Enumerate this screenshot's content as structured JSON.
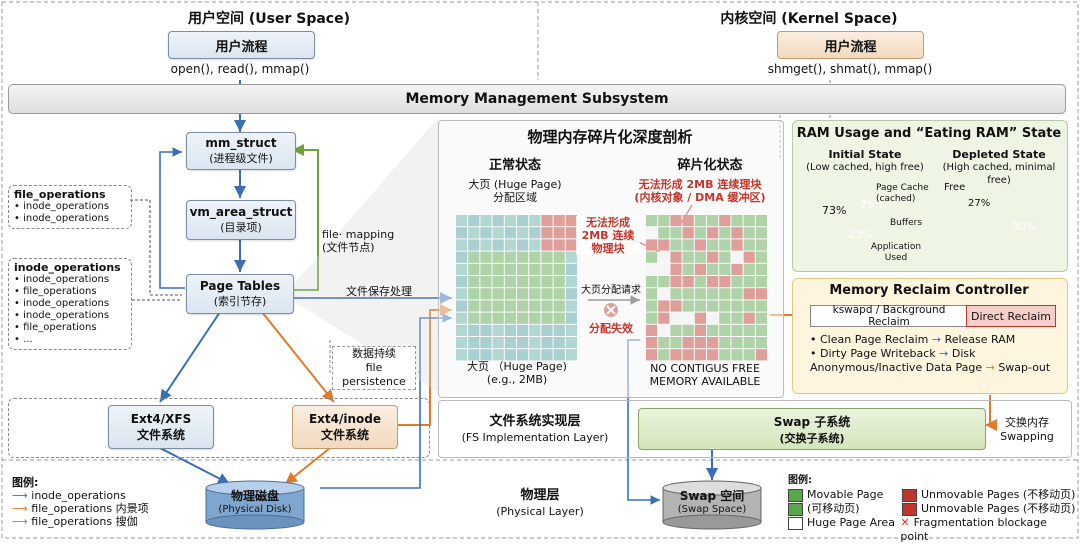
{
  "user_space": {
    "title": "用户空间 (User Space)",
    "flow": "用户流程",
    "calls": "open(), read(), mmap()"
  },
  "kernel_space": {
    "title": "内核空间 (Kernel Space)",
    "flow": "用户流程",
    "calls": "shmget(), shmat(), mmap()"
  },
  "mm_subsystem": "Memory Management Subsystem",
  "left": {
    "mm_struct": {
      "title": "mm_struct",
      "sub": "(进程级文件)"
    },
    "vm_area_struct": {
      "title": "vm_area_struct",
      "sub": "(目录项)"
    },
    "page_tables": {
      "title": "Page Tables",
      "sub": "(索引节存)"
    },
    "file_mapping": {
      "line1": "file· mapping",
      "line2": "(文件节点)"
    },
    "file_ops": {
      "title": "file_operations",
      "items": [
        "• inode_operations",
        "• inode_operations"
      ]
    },
    "inode_ops": {
      "title": "inode_operations",
      "items": [
        "• inode_operations",
        "• file_operations",
        "• inode_operations",
        "• inode_operations",
        "• file_operations",
        "• ..."
      ]
    },
    "persist": {
      "line1": "数据持续",
      "line2": "file persistence"
    },
    "save_label": "文件保存处理",
    "ext4xfs": {
      "title": "Ext4/XFS",
      "sub": "文件系统"
    },
    "ext4inode": {
      "title": "Ext4/inode",
      "sub": "文件系统"
    }
  },
  "frag": {
    "title": "物理内存碎片化深度剖析",
    "normal_title": "正常状态",
    "huge_label1": "大页 (Huge Page)",
    "huge_label2": "分配区域",
    "huge_bottom1": "大页 （Huge Page)",
    "huge_bottom2": "(e.g., 2MB)",
    "frag_title": "碎片化状态",
    "no2mb_top1": "无法形成 2MB 连续理块",
    "no2mb_top2": "(内核对象 / DMA 缓冲区)",
    "no2mb_mid1": "无法形成",
    "no2mb_mid2": "2MB 连续",
    "no2mb_mid3": "物理块",
    "req": "大页分配请求",
    "fail": "分配失效",
    "no_contig1": "NO CONTIGUS FREE",
    "no_contig2": "MEMORY AVAILABLE"
  },
  "ram": {
    "title": "RAM Usage and “Eating RAM” State",
    "initial_title": "Initial State",
    "initial_sub": "(Low cached, high free)",
    "depleted_title": "Depleted State",
    "depleted_sub": "(High cached, minimal free)",
    "pie1": {
      "free_pct": "73%",
      "cache_pct": "25%",
      "app_pct": "23%"
    },
    "pie1_labels": {
      "cache": "Page Cache",
      "cache2": "(cached)",
      "buffers": "Buffers",
      "app": "Application",
      "used": "Used"
    },
    "pie2": {
      "free_label": "Free",
      "free_pct": "27%",
      "used_pct": "80%"
    }
  },
  "reclaim": {
    "title": "Memory Reclaim Controller",
    "kswapd": "kswapd / Background Reclaim",
    "direct": "Direct Reclaim",
    "rows": [
      {
        "left": "• Clean Page Reclaim",
        "right": "Release RAM"
      },
      {
        "left": "• Dirty Page Writeback",
        "right": "Disk"
      },
      {
        "left": "Anonymous/Inactive Data Page",
        "right": "Swap-out"
      }
    ]
  },
  "fs_layer": {
    "title": "文件系统实现层",
    "sub": "(FS Implementation Layer)"
  },
  "swap_sub": {
    "title": "Swap 子系统",
    "sub": "(交换子系统)"
  },
  "swap_side": {
    "line1": "交换内存",
    "line2": "Swapping"
  },
  "physical": {
    "title": "物理层",
    "sub": "(Physical Layer)"
  },
  "disk": {
    "title": "物理磁盘",
    "sub": "(Physical Disk)"
  },
  "swap_space": {
    "title": "Swap 空间",
    "sub": "(Swap Space)"
  },
  "legend_left": {
    "title": "图例:",
    "items": [
      "inode_operations",
      "file_operations 内景项",
      "file_operations 搜伽"
    ]
  },
  "legend_right": {
    "title": "图例:",
    "movable": "Movable Page",
    "movable2": "(可移动页)",
    "huge": "Huge Page Area",
    "unmov1": "Unmovable Pages (不移动页)",
    "unmov2": "Unmovable Pages (不移动页)",
    "block": "Fragmentation blockage point"
  },
  "colors": {
    "green": "#5aa64a",
    "red": "#c0362c",
    "blue": "#3a6fb5",
    "orange": "#e07b2a",
    "olive": "#6fa13a"
  }
}
